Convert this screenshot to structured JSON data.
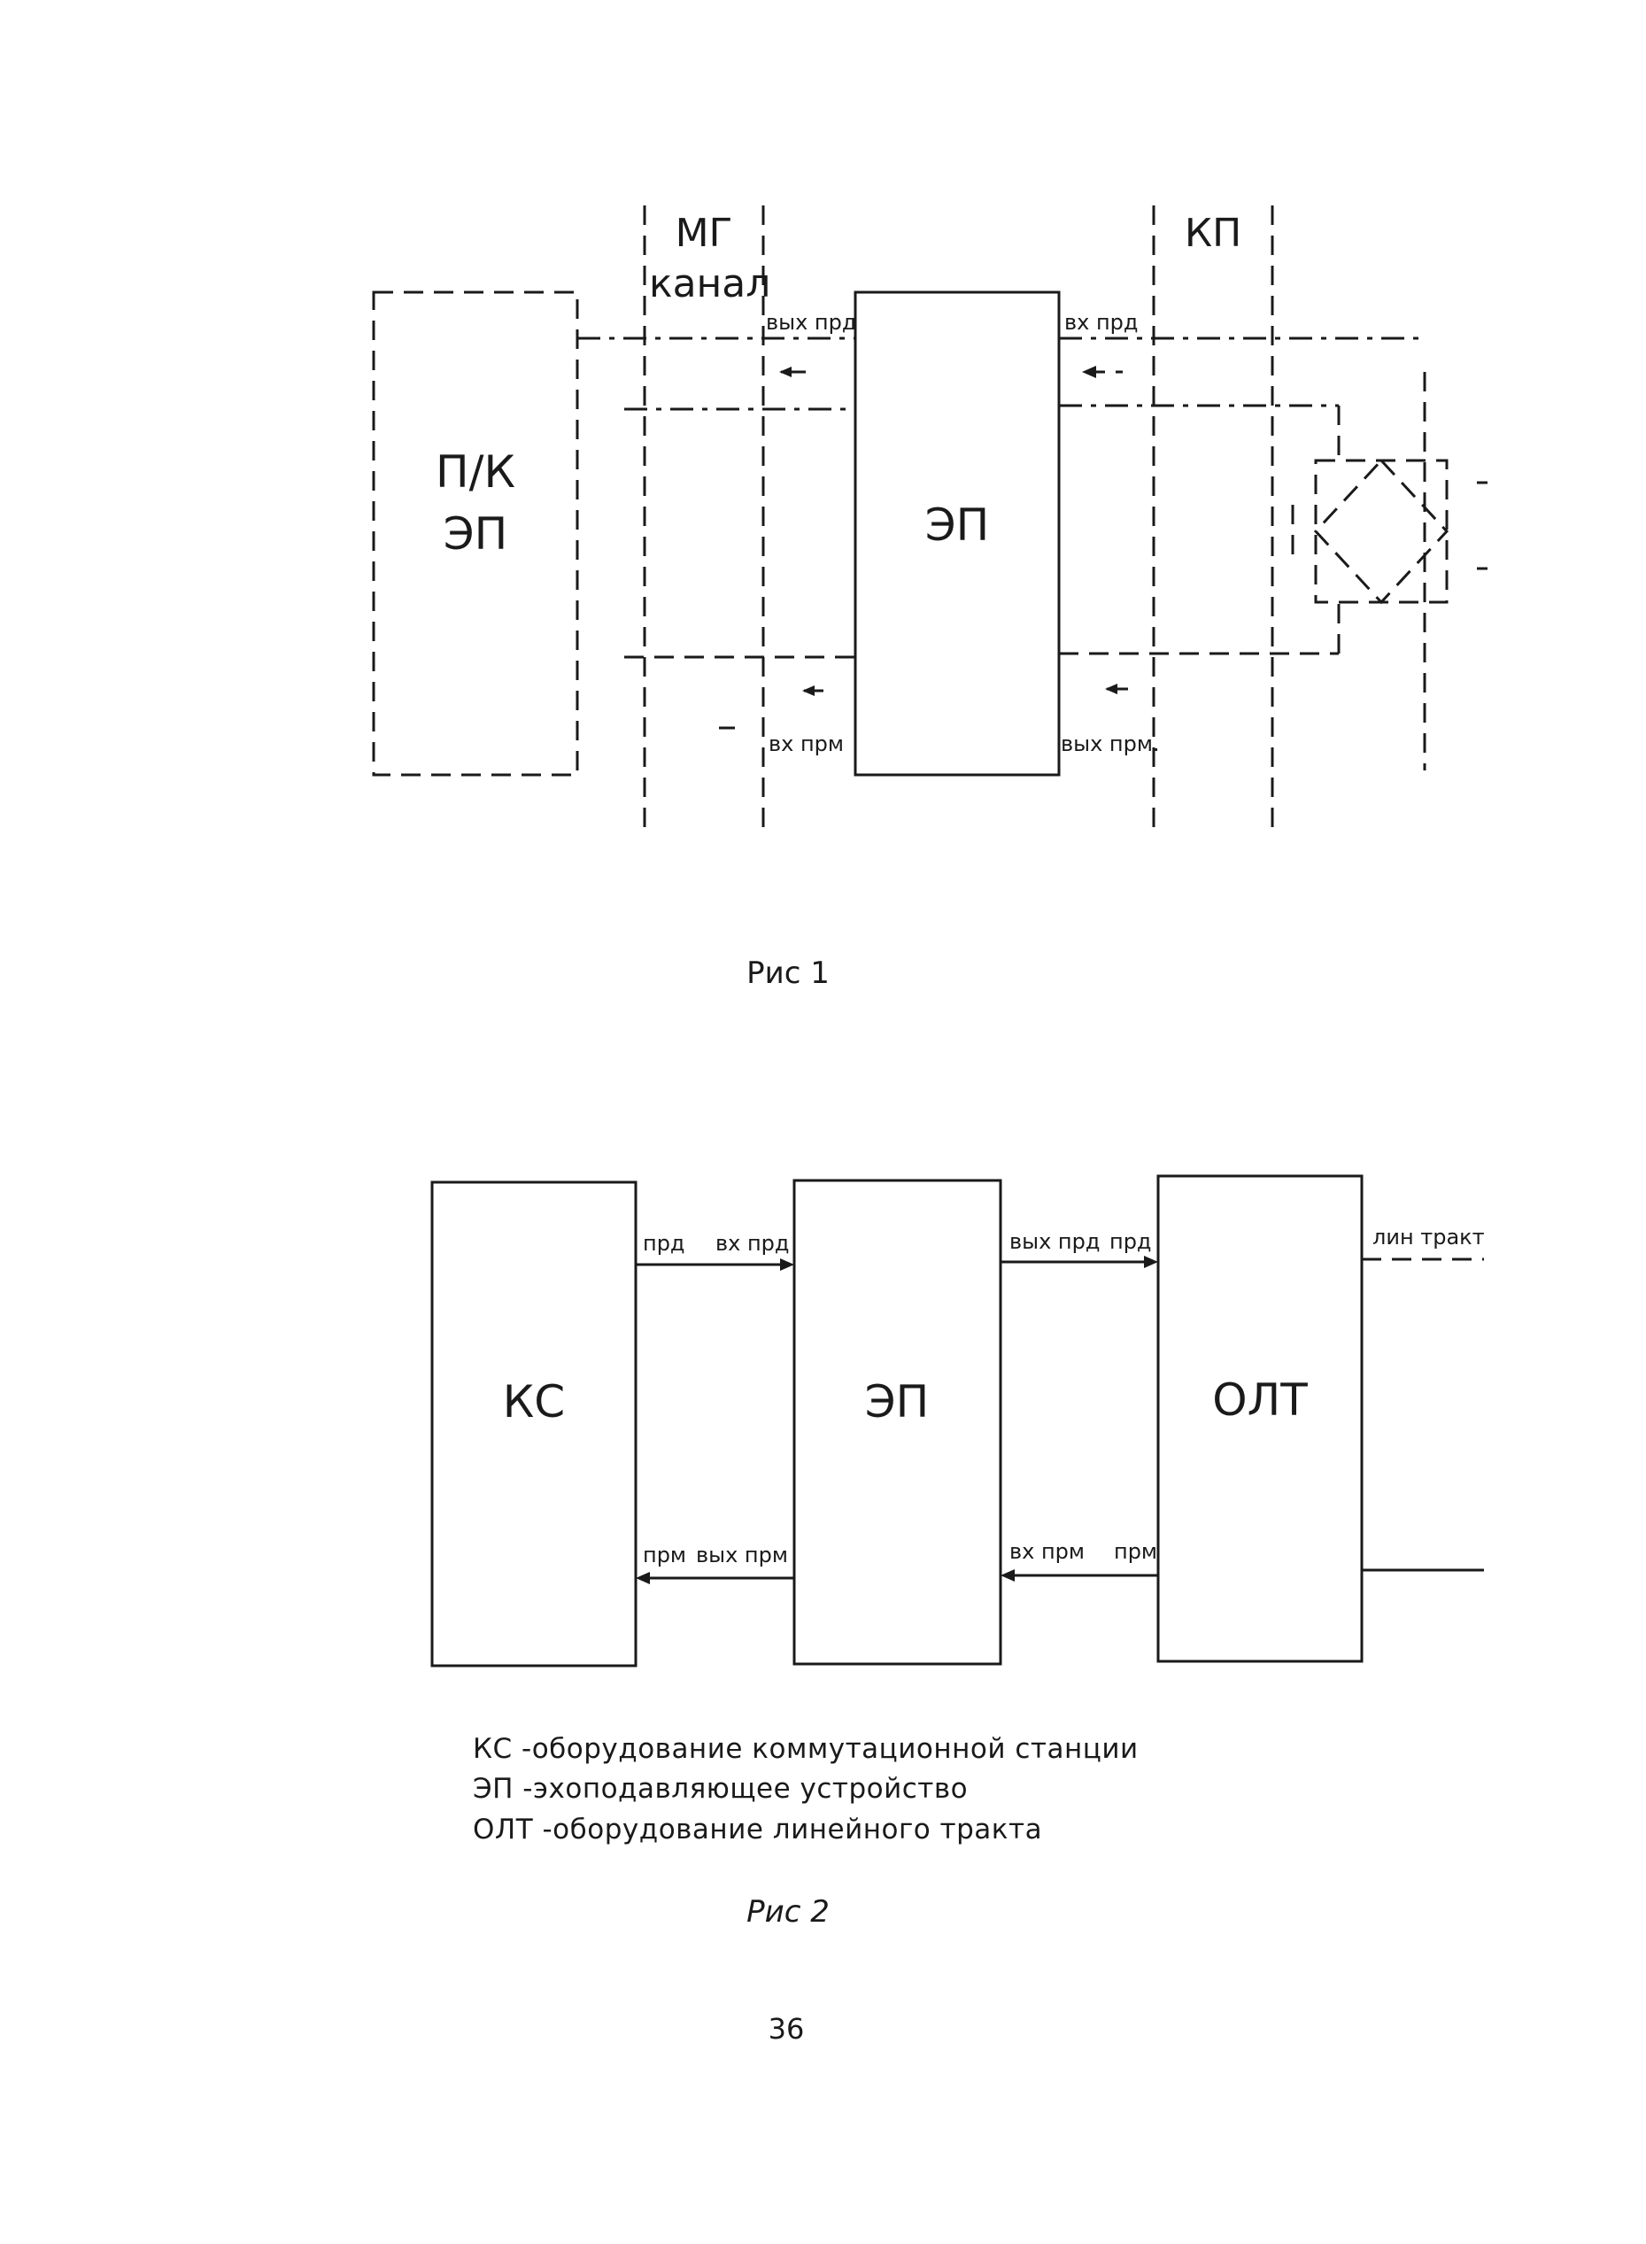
{
  "fig1": {
    "mg": "МГ",
    "kp": "КП",
    "kanal": "канал",
    "pk_ep_line1": "П/К",
    "pk_ep_line2": "ЭП",
    "ep": "ЭП",
    "vyh_prd": "вых прд",
    "vh_prd": "вх прд",
    "vh_prm": "вх прм",
    "vyh_prm": "вых прм.",
    "caption": "Рис 1"
  },
  "fig2": {
    "ks": "КС",
    "ep": "ЭП",
    "olt": "ОЛТ",
    "prd": "прд",
    "vh_prd": "вх прд",
    "vyh_prd": "вых прд",
    "prd2": "прд",
    "lin_trakt": "лин тракт",
    "prm": "прм",
    "vyh_prm": "вых прм",
    "vh_prm": "вх прм",
    "prm2": "прм",
    "legend": [
      "КС -оборудование коммутационной станции",
      "ЭП -эхоподавляющее устройство",
      "ОЛТ -оборудование линейного тракта"
    ],
    "caption": "Рис 2"
  },
  "page_number": "36"
}
